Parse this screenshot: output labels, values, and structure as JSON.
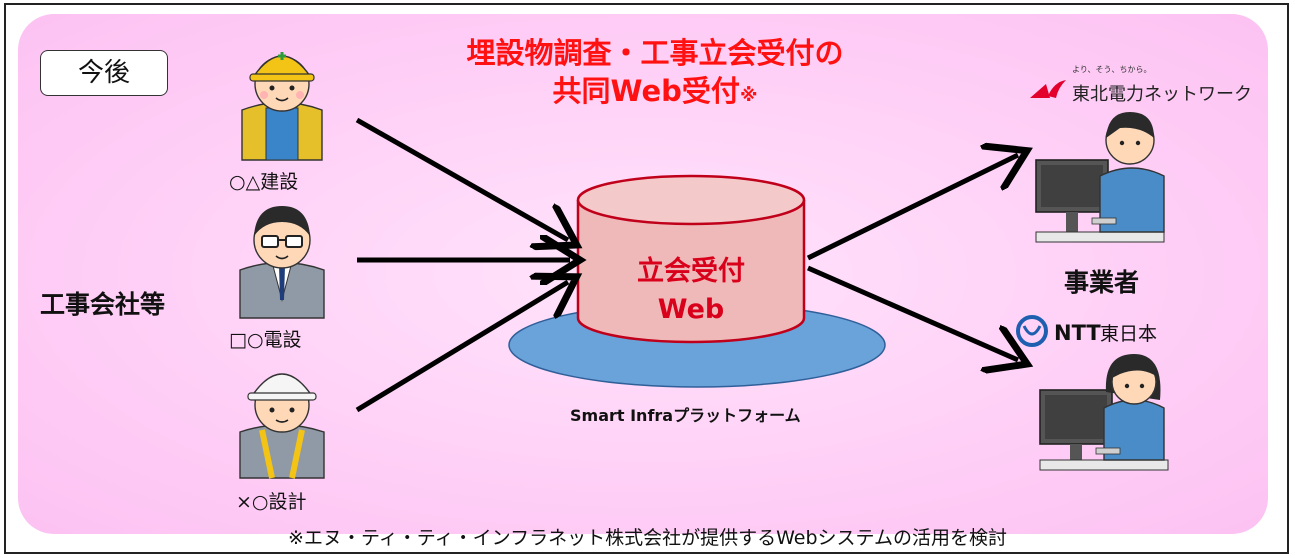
{
  "title": {
    "line1": "埋設物調査・工事立会受付の",
    "line2": "共同Web受付",
    "mark": "※"
  },
  "status_tag": "今後",
  "left_group_label": "工事会社等",
  "companies": [
    {
      "name": "○△建設"
    },
    {
      "name": "□○電設"
    },
    {
      "name": "×○設計"
    }
  ],
  "hub": {
    "line1": "立会受付",
    "line2": "Web",
    "platform_label": "Smart Infraプラットフォーム"
  },
  "right_group_label": "事業者",
  "operators": [
    {
      "logo_text": "東北電力ネットワーク",
      "logo_small": "より、そう、ちから。"
    },
    {
      "logo_text_bold": "NTT",
      "logo_text": "東日本"
    }
  ],
  "footnote": "※エヌ・ティ・ティ・インフラネット株式会社が提供するWebシステムの活用を検討",
  "colors": {
    "background": "#ffd0f7",
    "title": "#ff1111",
    "cylinder": "#f0b9b9",
    "cylinder_border": "#c0001a",
    "hub_text": "#d9001b",
    "platform_disc": "#6aa2da",
    "tohoku_logo": "#e3002d",
    "ntt_logo": "#1f5fb0"
  }
}
